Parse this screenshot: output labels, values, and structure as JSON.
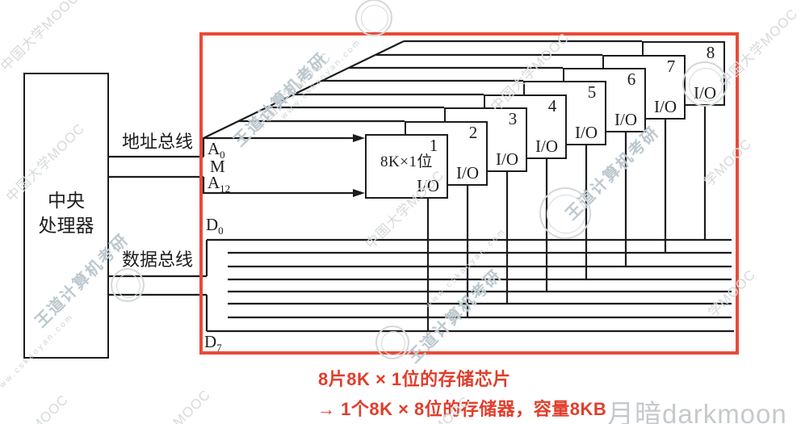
{
  "cpu": {
    "label_line1": "中央",
    "label_line2": "处理器"
  },
  "buses": {
    "address_label": "地址总线",
    "data_label": "数据总线"
  },
  "signals": {
    "a0": {
      "base": "A",
      "sub": "0"
    },
    "m": "M",
    "a12": {
      "base": "A",
      "sub": "12"
    },
    "d0": {
      "base": "D",
      "sub": "0"
    },
    "d7": {
      "base": "D",
      "sub": "7"
    }
  },
  "chips": [
    {
      "number": "1",
      "capacity": "8K×1位",
      "io": "I/O"
    },
    {
      "number": "2",
      "io": "I/O"
    },
    {
      "number": "3",
      "io": "I/O"
    },
    {
      "number": "4",
      "io": "I/O"
    },
    {
      "number": "5",
      "io": "I/O"
    },
    {
      "number": "6",
      "io": "I/O"
    },
    {
      "number": "7",
      "io": "I/O"
    },
    {
      "number": "8",
      "io": "I/O"
    }
  ],
  "annotations": {
    "line1": "8片8K × 1位的存储芯片",
    "line2": "→ 1个8K × 8位的存储器，容量8KB"
  },
  "watermarks": {
    "mooc": "中国大学MOOC",
    "mooc_fragment": "学MOOC",
    "mooc_short": "MOOC",
    "wangdao": "王道计算机考研",
    "site": "www.cskaoyan.com",
    "darkmoon": "月暗darkmoon"
  },
  "colors": {
    "frame_red": "#e84a38",
    "annotation_red": "#e23d2b",
    "diagram_line": "#1c1c1c",
    "watermark_gray": "#d7dadc",
    "watermark_blue": "#bcc8ce"
  }
}
